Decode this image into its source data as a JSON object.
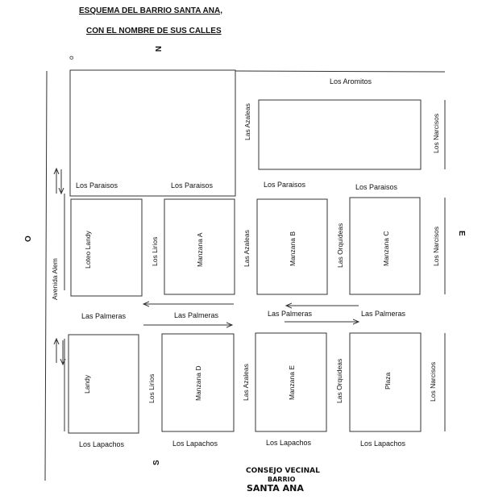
{
  "title": {
    "line1": "ESQUEMA DEL BARRIO SANTA ANA,",
    "line2": "CON EL NOMBRE DE  SUS CALLES"
  },
  "compass": {
    "north": "N",
    "south": "S",
    "east": "E",
    "west": "O",
    "west_small": "o"
  },
  "streets": {
    "aromitos": "Los  Aromitos",
    "paraisos": "Los Paraisos",
    "palmeras": "Las Palmeras",
    "palmeras_2": "Las  Palmeras",
    "lapachos": "Los Lapachos",
    "azaleas": "Las Azaleas",
    "narcisos": "Los Narcisos",
    "lirios": "Los Lirios",
    "orquideas": "Las Orquideas",
    "alem": "Avenida Alem"
  },
  "blocks": {
    "loteo_landy": "Loteo Landy",
    "manzana_a": "Manzana A",
    "manzana_b": "Manzana B",
    "manzana_c": "Manzana C",
    "landy": "Landy",
    "manzana_d": "Manzana D",
    "manzana_e": "Manzana E",
    "plaza": "Plaza"
  },
  "stamp": {
    "line1": "CONSEJO VECINAL",
    "line2": "BARRIO",
    "line3": "SANTA ANA"
  }
}
